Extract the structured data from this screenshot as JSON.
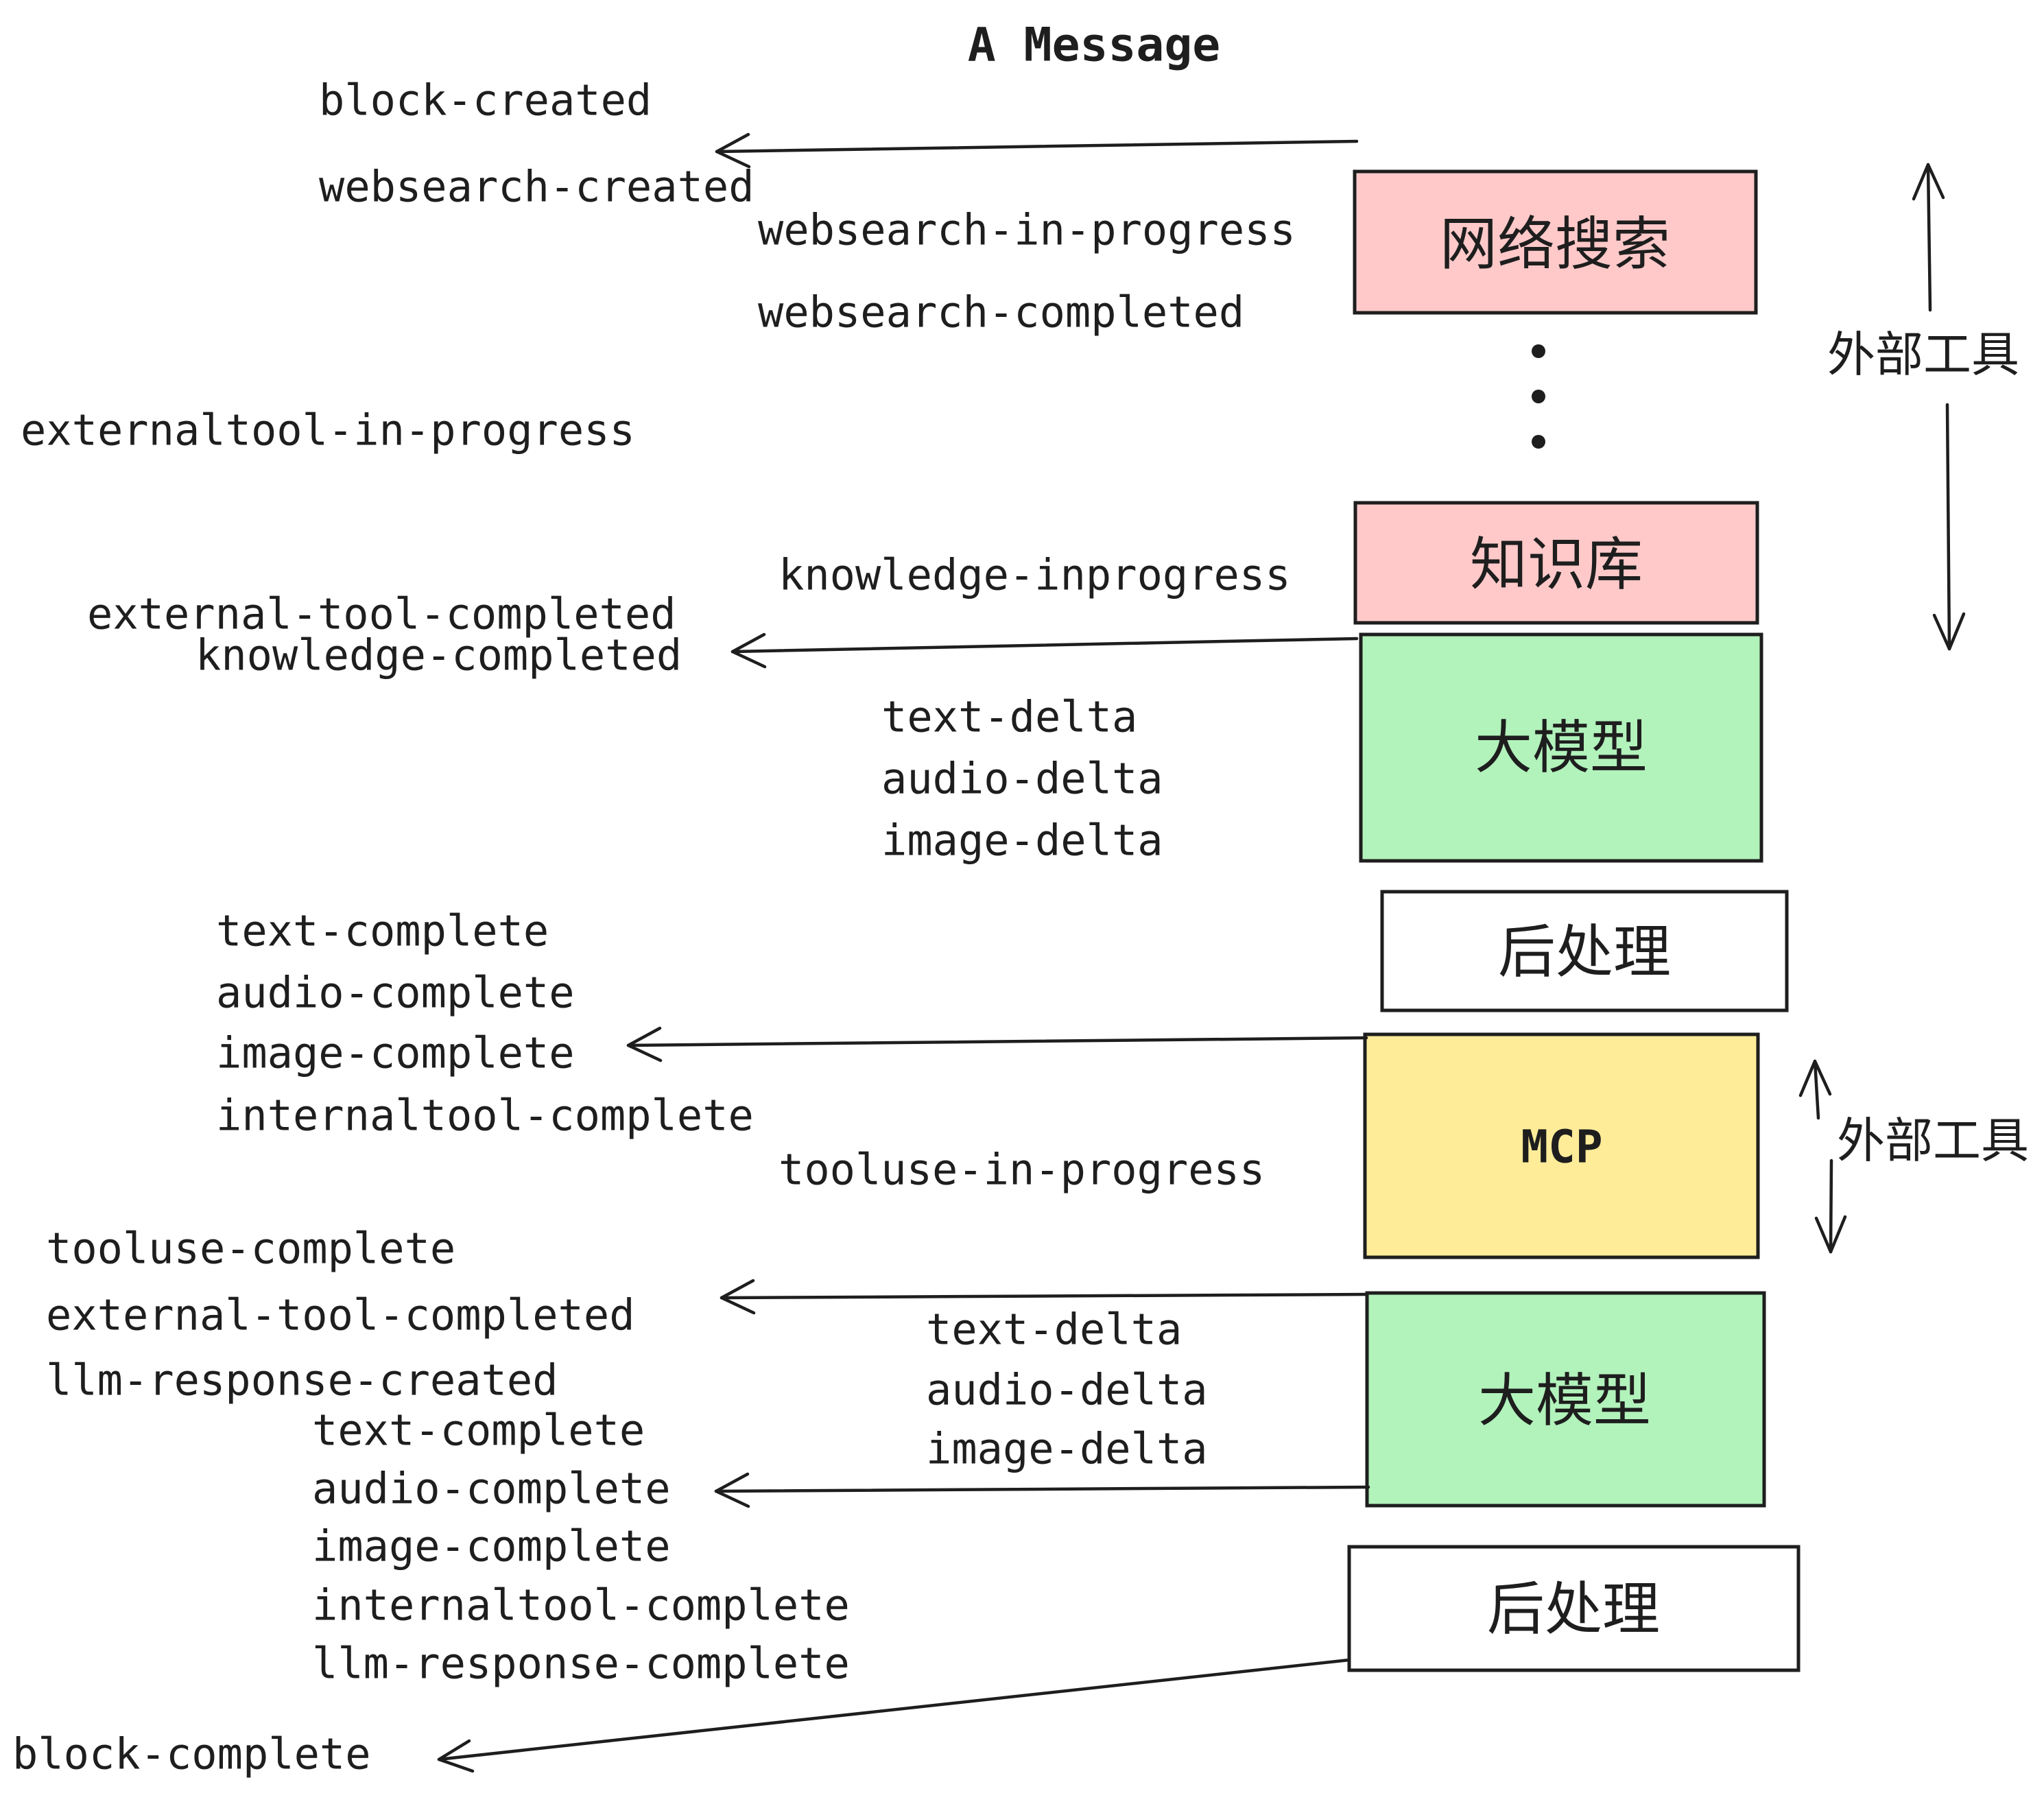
{
  "title": "A Message",
  "events": {
    "block_created": "block-created",
    "websearch_created": "websearch-created",
    "websearch_in_progress": "websearch-in-progress",
    "websearch_completed": "websearch-completed",
    "externaltool_in_progress": "externaltool-in-progress",
    "knowledge_inprogress": "knowledge-inprogress",
    "external_tool_completed": "external-tool-completed",
    "knowledge_completed": "knowledge-completed",
    "text_delta": "text-delta",
    "audio_delta": "audio-delta",
    "image_delta": "image-delta",
    "text_complete": "text-complete",
    "audio_complete": "audio-complete",
    "image_complete": "image-complete",
    "internaltool_complete": "internaltool-complete",
    "tooluse_in_progress": "tooluse-in-progress",
    "tooluse_complete": "tooluse-complete",
    "llm_response_created": "llm-response-created",
    "llm_response_complete": "llm-response-complete",
    "block_complete": "block-complete"
  },
  "boxes": {
    "websearch": "网络搜索",
    "knowledge": "知识库",
    "llm": "大模型",
    "post_process": "后处理",
    "mcp": "MCP"
  },
  "labels": {
    "external_tool": "外部工具"
  },
  "colors": {
    "pink": "#ffc9c9",
    "green": "#b2f2bb",
    "yellow": "#ffec99",
    "white": "#ffffff",
    "stroke": "#1e1e1e",
    "background": "#ffffff"
  }
}
